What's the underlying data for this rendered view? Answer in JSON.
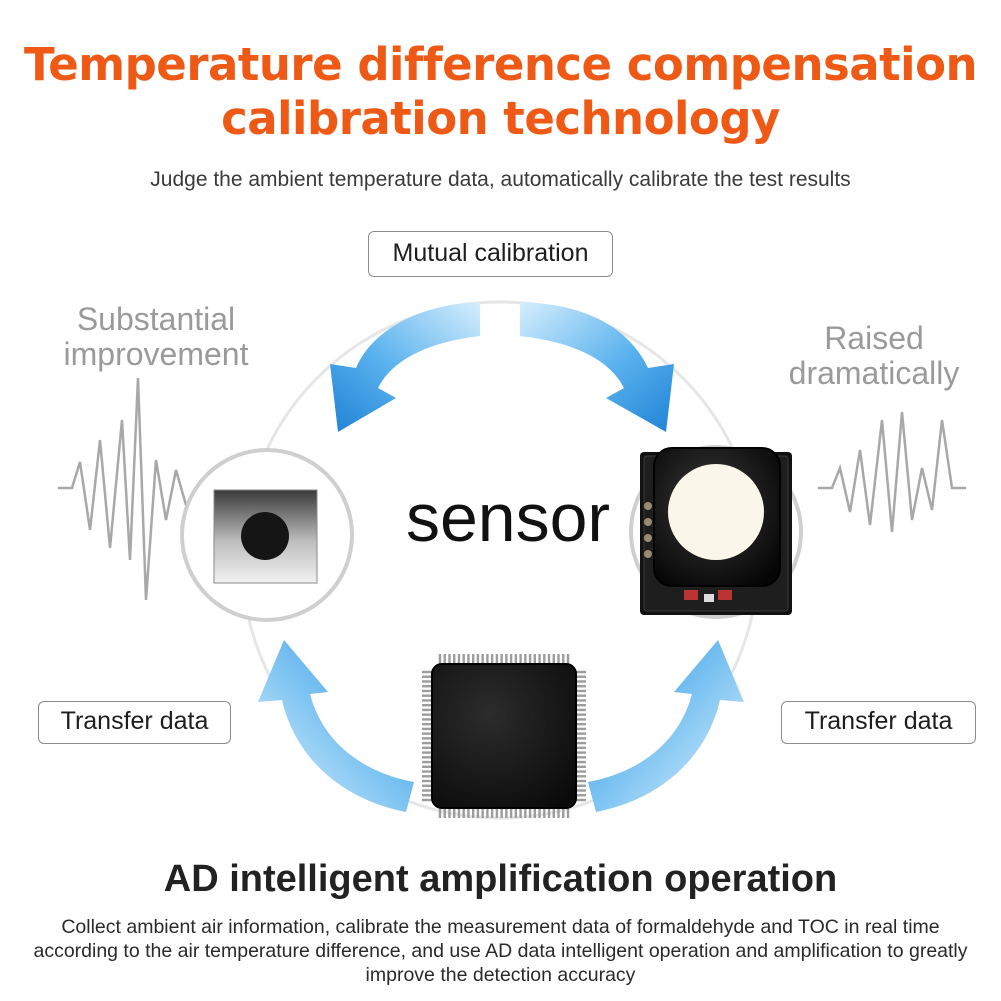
{
  "header": {
    "title_line1": "Temperature difference compensation",
    "title_line2": "calibration technology",
    "subtitle": "Judge the ambient temperature data, automatically calibrate the test results"
  },
  "diagram": {
    "top_label": "Mutual calibration",
    "left_note": "Substantial improvement",
    "right_note": "Raised dramatically",
    "center_label": "sensor",
    "bottom_left_label": "Transfer data",
    "bottom_right_label": "Transfer data"
  },
  "footer": {
    "heading": "AD intelligent amplification operation",
    "description": "Collect ambient air information, calibrate the measurement data of formaldehyde and TOC in real time according to the air temperature difference, and use AD data intelligent operation and amplification to greatly improve the detection accuracy"
  },
  "colors": {
    "title": "#ee5a16",
    "arrow_blue": "#2f95e0",
    "arrow_light": "#bfe3fb"
  },
  "icons": {
    "sensor_chip": "temperature-sensor-icon",
    "gas_sensor_board": "gas-sensor-module-icon",
    "processor": "microcontroller-chip-icon",
    "waveform": "signal-waveform-icon",
    "arrows": "cycle-arrow-icon"
  }
}
